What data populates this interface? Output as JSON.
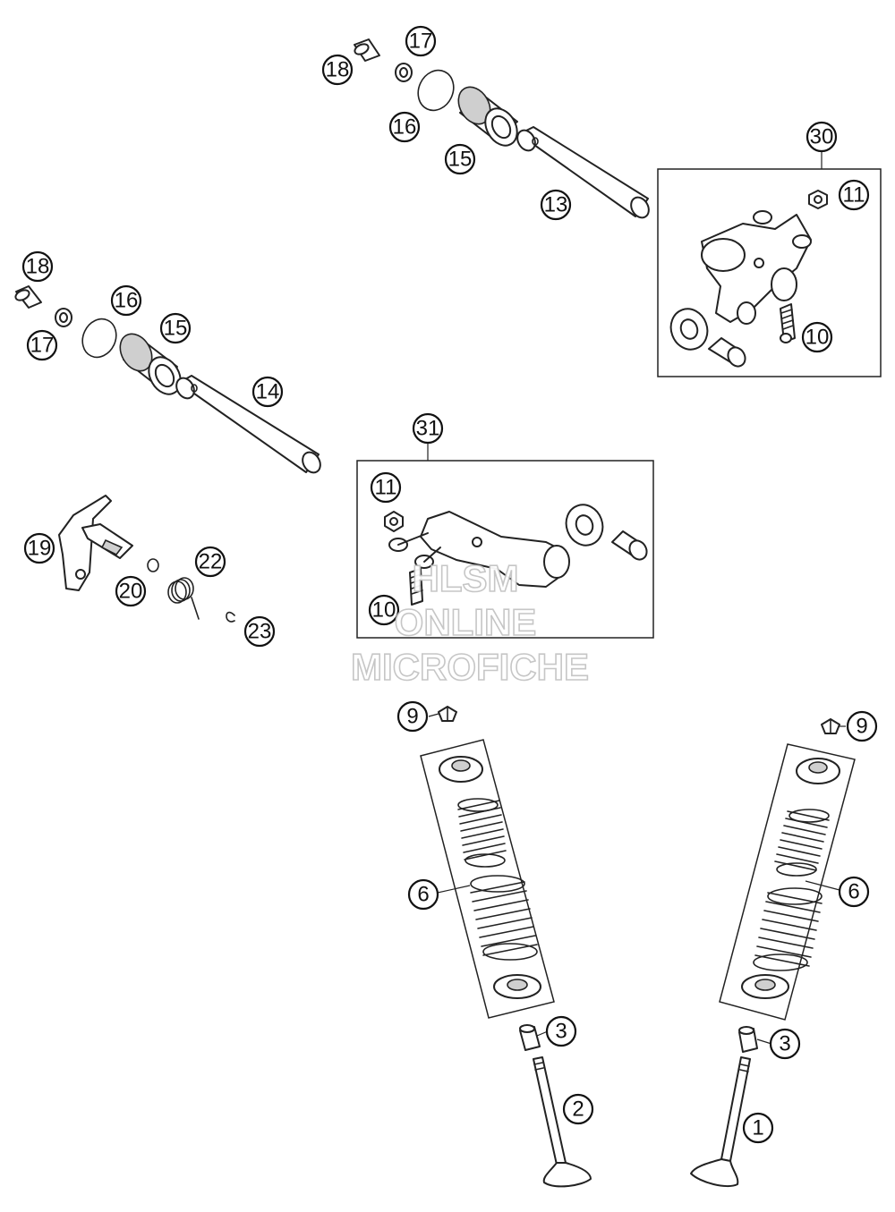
{
  "watermark": {
    "line1": "HLSM",
    "line2": "ONLINE",
    "line3": "MICROFICHE"
  },
  "callouts": {
    "c1": "1",
    "c2": "2",
    "c3a": "3",
    "c3b": "3",
    "c6a": "6",
    "c6b": "6",
    "c9a": "9",
    "c9b": "9",
    "c10a": "10",
    "c10b": "10",
    "c11a": "11",
    "c11b": "11",
    "c13": "13",
    "c14": "14",
    "c15a": "15",
    "c15b": "15",
    "c16a": "16",
    "c16b": "16",
    "c17a": "17",
    "c17b": "17",
    "c18a": "18",
    "c18b": "18",
    "c19": "19",
    "c20": "20",
    "c22": "22",
    "c23": "23",
    "c30": "30",
    "c31": "31"
  }
}
